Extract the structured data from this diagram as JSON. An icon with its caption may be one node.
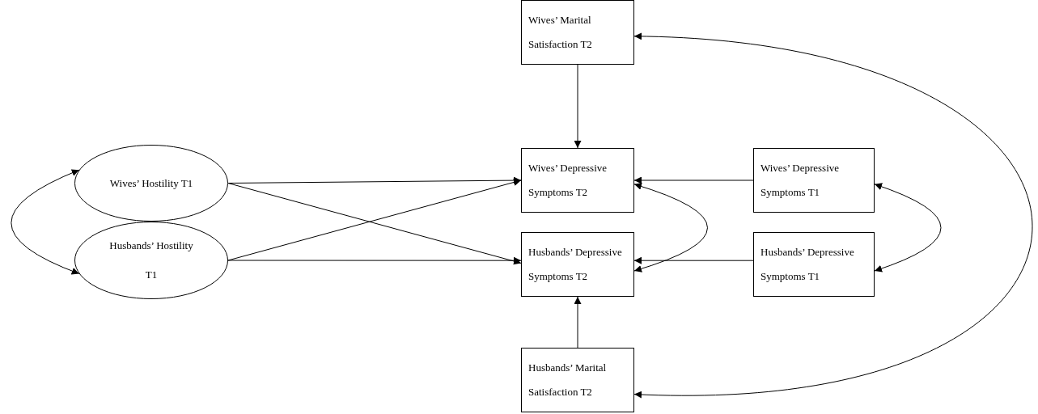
{
  "diagram": {
    "nodes": [
      {
        "text": [
          "Wives’ Marital Satisfaction T2"
        ]
      },
      {
        "text": [
          "Wives’ Hostility T1"
        ]
      },
      {
        "text": [
          "Husbands’ Hostility T1"
        ]
      },
      {
        "text": [
          "Wives’ Depressive Symptoms T2"
        ]
      },
      {
        "text": [
          "Wives’ Depressive Symptoms T1"
        ]
      },
      {
        "text": [
          "Husbands’ Depressive Symptoms T2"
        ]
      },
      {
        "text": [
          "Husbands’ Depressive Symptoms T1"
        ]
      },
      {
        "text": [
          "Husbands’ Marital Satisfaction T2"
        ]
      }
    ],
    "edges": [
      {
        "from": 0,
        "to": 3,
        "arrow": "to"
      },
      {
        "from": 1,
        "to": 2,
        "arrow": "both"
      },
      {
        "from": 1,
        "to": 3,
        "arrow": "to"
      },
      {
        "from": 1,
        "to": 5,
        "arrow": "to"
      },
      {
        "from": 2,
        "to": 3,
        "arrow": "to"
      },
      {
        "from": 2,
        "to": 5,
        "arrow": "to"
      },
      {
        "from": 4,
        "to": 3,
        "arrow": "to"
      },
      {
        "from": 6,
        "to": 5,
        "arrow": "to"
      },
      {
        "from": 3,
        "to": 5,
        "arrow": "both"
      },
      {
        "from": 4,
        "to": 6,
        "arrow": "both"
      },
      {
        "from": 0,
        "to": 7,
        "arrow": "both"
      },
      {
        "from": 7,
        "to": 5,
        "arrow": "to"
      }
    ]
  }
}
